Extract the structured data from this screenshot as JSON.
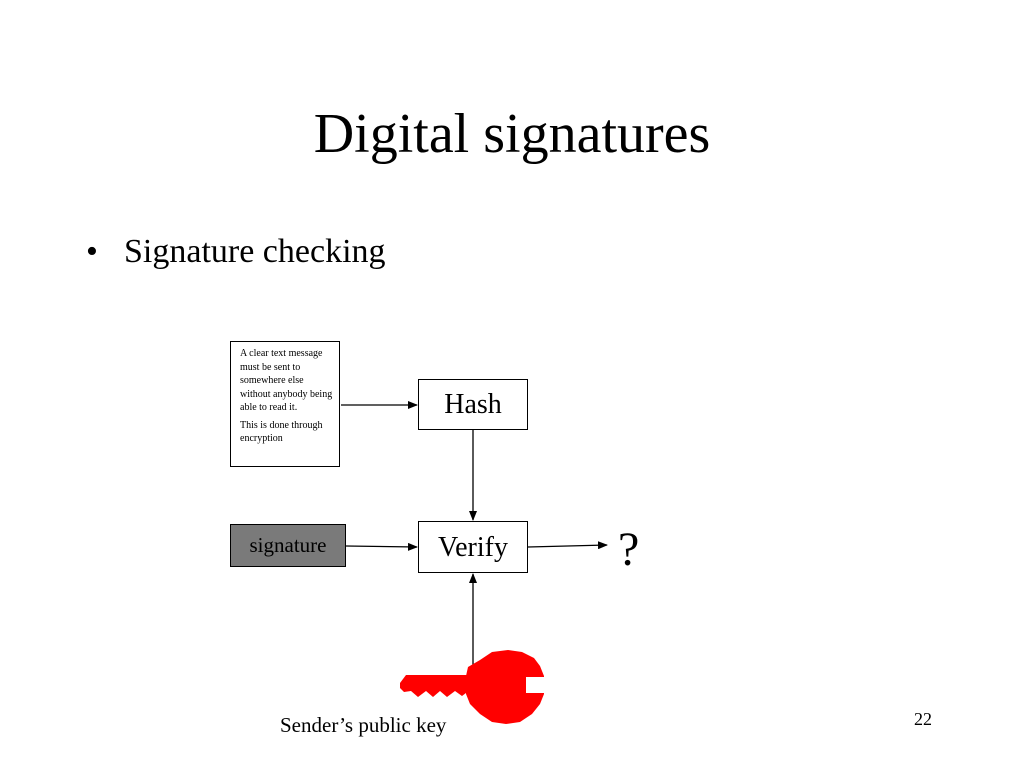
{
  "slide": {
    "title": "Digital signatures",
    "bullet": "Signature checking",
    "page_number": "22"
  },
  "diagram": {
    "message_box": {
      "paragraph1": "A clear text message must be sent to somewhere else without anybody being able to read it.",
      "paragraph2": "This is done through encryption"
    },
    "hash_label": "Hash",
    "verify_label": "Verify",
    "signature_label": "signature",
    "result_label": "?",
    "key_label": "Sender’s public key",
    "colors": {
      "signature_fill": "#7a7a7a",
      "key_fill": "#ff0000"
    },
    "icons": [
      "key-icon"
    ]
  }
}
